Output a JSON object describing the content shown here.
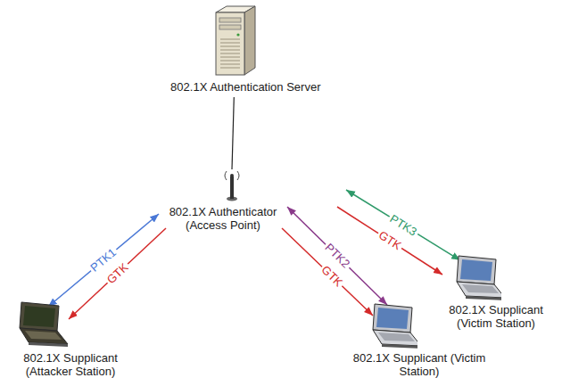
{
  "diagram": {
    "nodes": [
      {
        "text": [
          "802.1X Authentication Server"
        ]
      },
      {
        "text": [
          "802.1X Authenticator (Access Point)"
        ]
      },
      {
        "text": [
          "802.1X Supplicant (Attacker Station)"
        ]
      },
      {
        "text": [
          "802.1X Supplicant (Victim Station)"
        ]
      },
      {
        "text": [
          "802.1X Supplicant (Victim Station)"
        ]
      }
    ],
    "edges": [
      {
        "from": 0,
        "to": 1,
        "arrow": "none"
      },
      {
        "from": 1,
        "to": 2,
        "label": "PTK1",
        "arrow": "both"
      },
      {
        "from": 1,
        "to": 2,
        "label": "GTK",
        "arrow": "to"
      },
      {
        "from": 1,
        "to": 3,
        "label": "PTK2",
        "arrow": "both"
      },
      {
        "from": 1,
        "to": 3,
        "label": "GTK",
        "arrow": "to"
      },
      {
        "from": 1,
        "to": 4,
        "label": "PTK3",
        "arrow": "both"
      },
      {
        "from": 1,
        "to": 4,
        "label": "GTK",
        "arrow": "to"
      }
    ]
  }
}
